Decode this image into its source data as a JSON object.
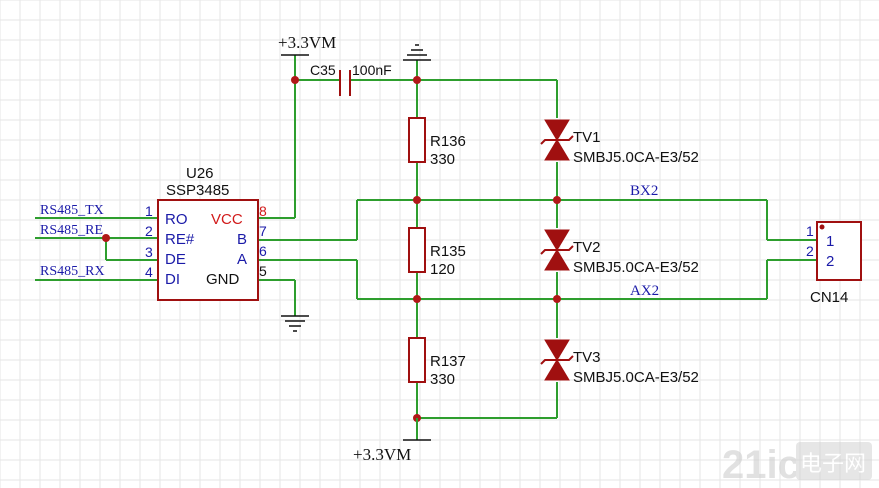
{
  "colors": {
    "wire": "#2e9e2e",
    "part": "#a01010",
    "pin": "#a01010",
    "label_blue": "#1a1aa8",
    "label_black": "#111111",
    "vcc_red": "#d11a1a",
    "junction": "#b01818",
    "grid": "#e6e6e6"
  },
  "power": {
    "top": "+3.3VM",
    "bottom": "+3.3VM"
  },
  "capacitor": {
    "ref": "C35",
    "value": "100nF"
  },
  "ic": {
    "ref": "U26",
    "part": "SSP3485",
    "left_pins": [
      {
        "num": "1",
        "name": "RO",
        "net": "RS485_TX"
      },
      {
        "num": "2",
        "name": "RE#",
        "net": "RS485_RE"
      },
      {
        "num": "3",
        "name": "DE",
        "net": ""
      },
      {
        "num": "4",
        "name": "DI",
        "net": "RS485_RX"
      }
    ],
    "right_pins": [
      {
        "num": "8",
        "name": "VCC"
      },
      {
        "num": "7",
        "name": "B"
      },
      {
        "num": "6",
        "name": "A"
      },
      {
        "num": "5",
        "name": "GND"
      }
    ]
  },
  "resistors": [
    {
      "ref": "R136",
      "value": "330"
    },
    {
      "ref": "R135",
      "value": "120"
    },
    {
      "ref": "R137",
      "value": "330"
    }
  ],
  "tvs": [
    {
      "ref": "TV1",
      "part": "SMBJ5.0CA-E3/52"
    },
    {
      "ref": "TV2",
      "part": "SMBJ5.0CA-E3/52"
    },
    {
      "ref": "TV3",
      "part": "SMBJ5.0CA-E3/52"
    }
  ],
  "nets": {
    "b": "BX2",
    "a": "AX2"
  },
  "connector": {
    "ref": "CN14",
    "pins": [
      {
        "num": "1",
        "name": "1"
      },
      {
        "num": "2",
        "name": "2"
      }
    ]
  },
  "watermark": {
    "logo_text": "21ic",
    "site_text": "电子网"
  }
}
